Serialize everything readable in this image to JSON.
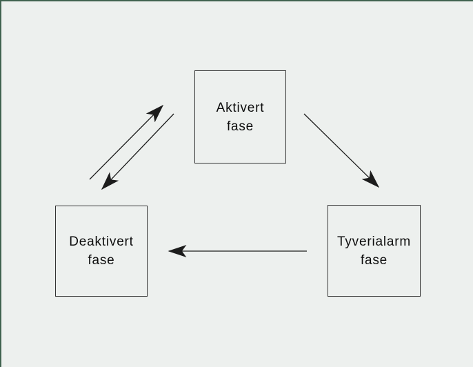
{
  "page": {
    "background_color": "#edf0ee",
    "frame_border_color": "#40634f"
  },
  "diagram": {
    "type": "state-diagram",
    "nodes": [
      {
        "id": "aktivert",
        "label_line1": "Aktivert",
        "label_line2": "fase"
      },
      {
        "id": "deaktivert",
        "label_line1": "Deaktivert",
        "label_line2": "fase"
      },
      {
        "id": "tyverialarm",
        "label_line1": "Tyverialarm",
        "label_line2": "fase"
      }
    ],
    "edges": [
      {
        "from": "deaktivert",
        "to": "aktivert",
        "style": "diagonal-up-right"
      },
      {
        "from": "aktivert",
        "to": "deaktivert",
        "style": "diagonal-down-left"
      },
      {
        "from": "aktivert",
        "to": "tyverialarm",
        "style": "diagonal-down-right"
      },
      {
        "from": "tyverialarm",
        "to": "deaktivert",
        "style": "horizontal-left"
      }
    ],
    "colors": {
      "box_border": "#333333",
      "text": "#0d0d0d",
      "arrow": "#1c1c1c"
    }
  }
}
